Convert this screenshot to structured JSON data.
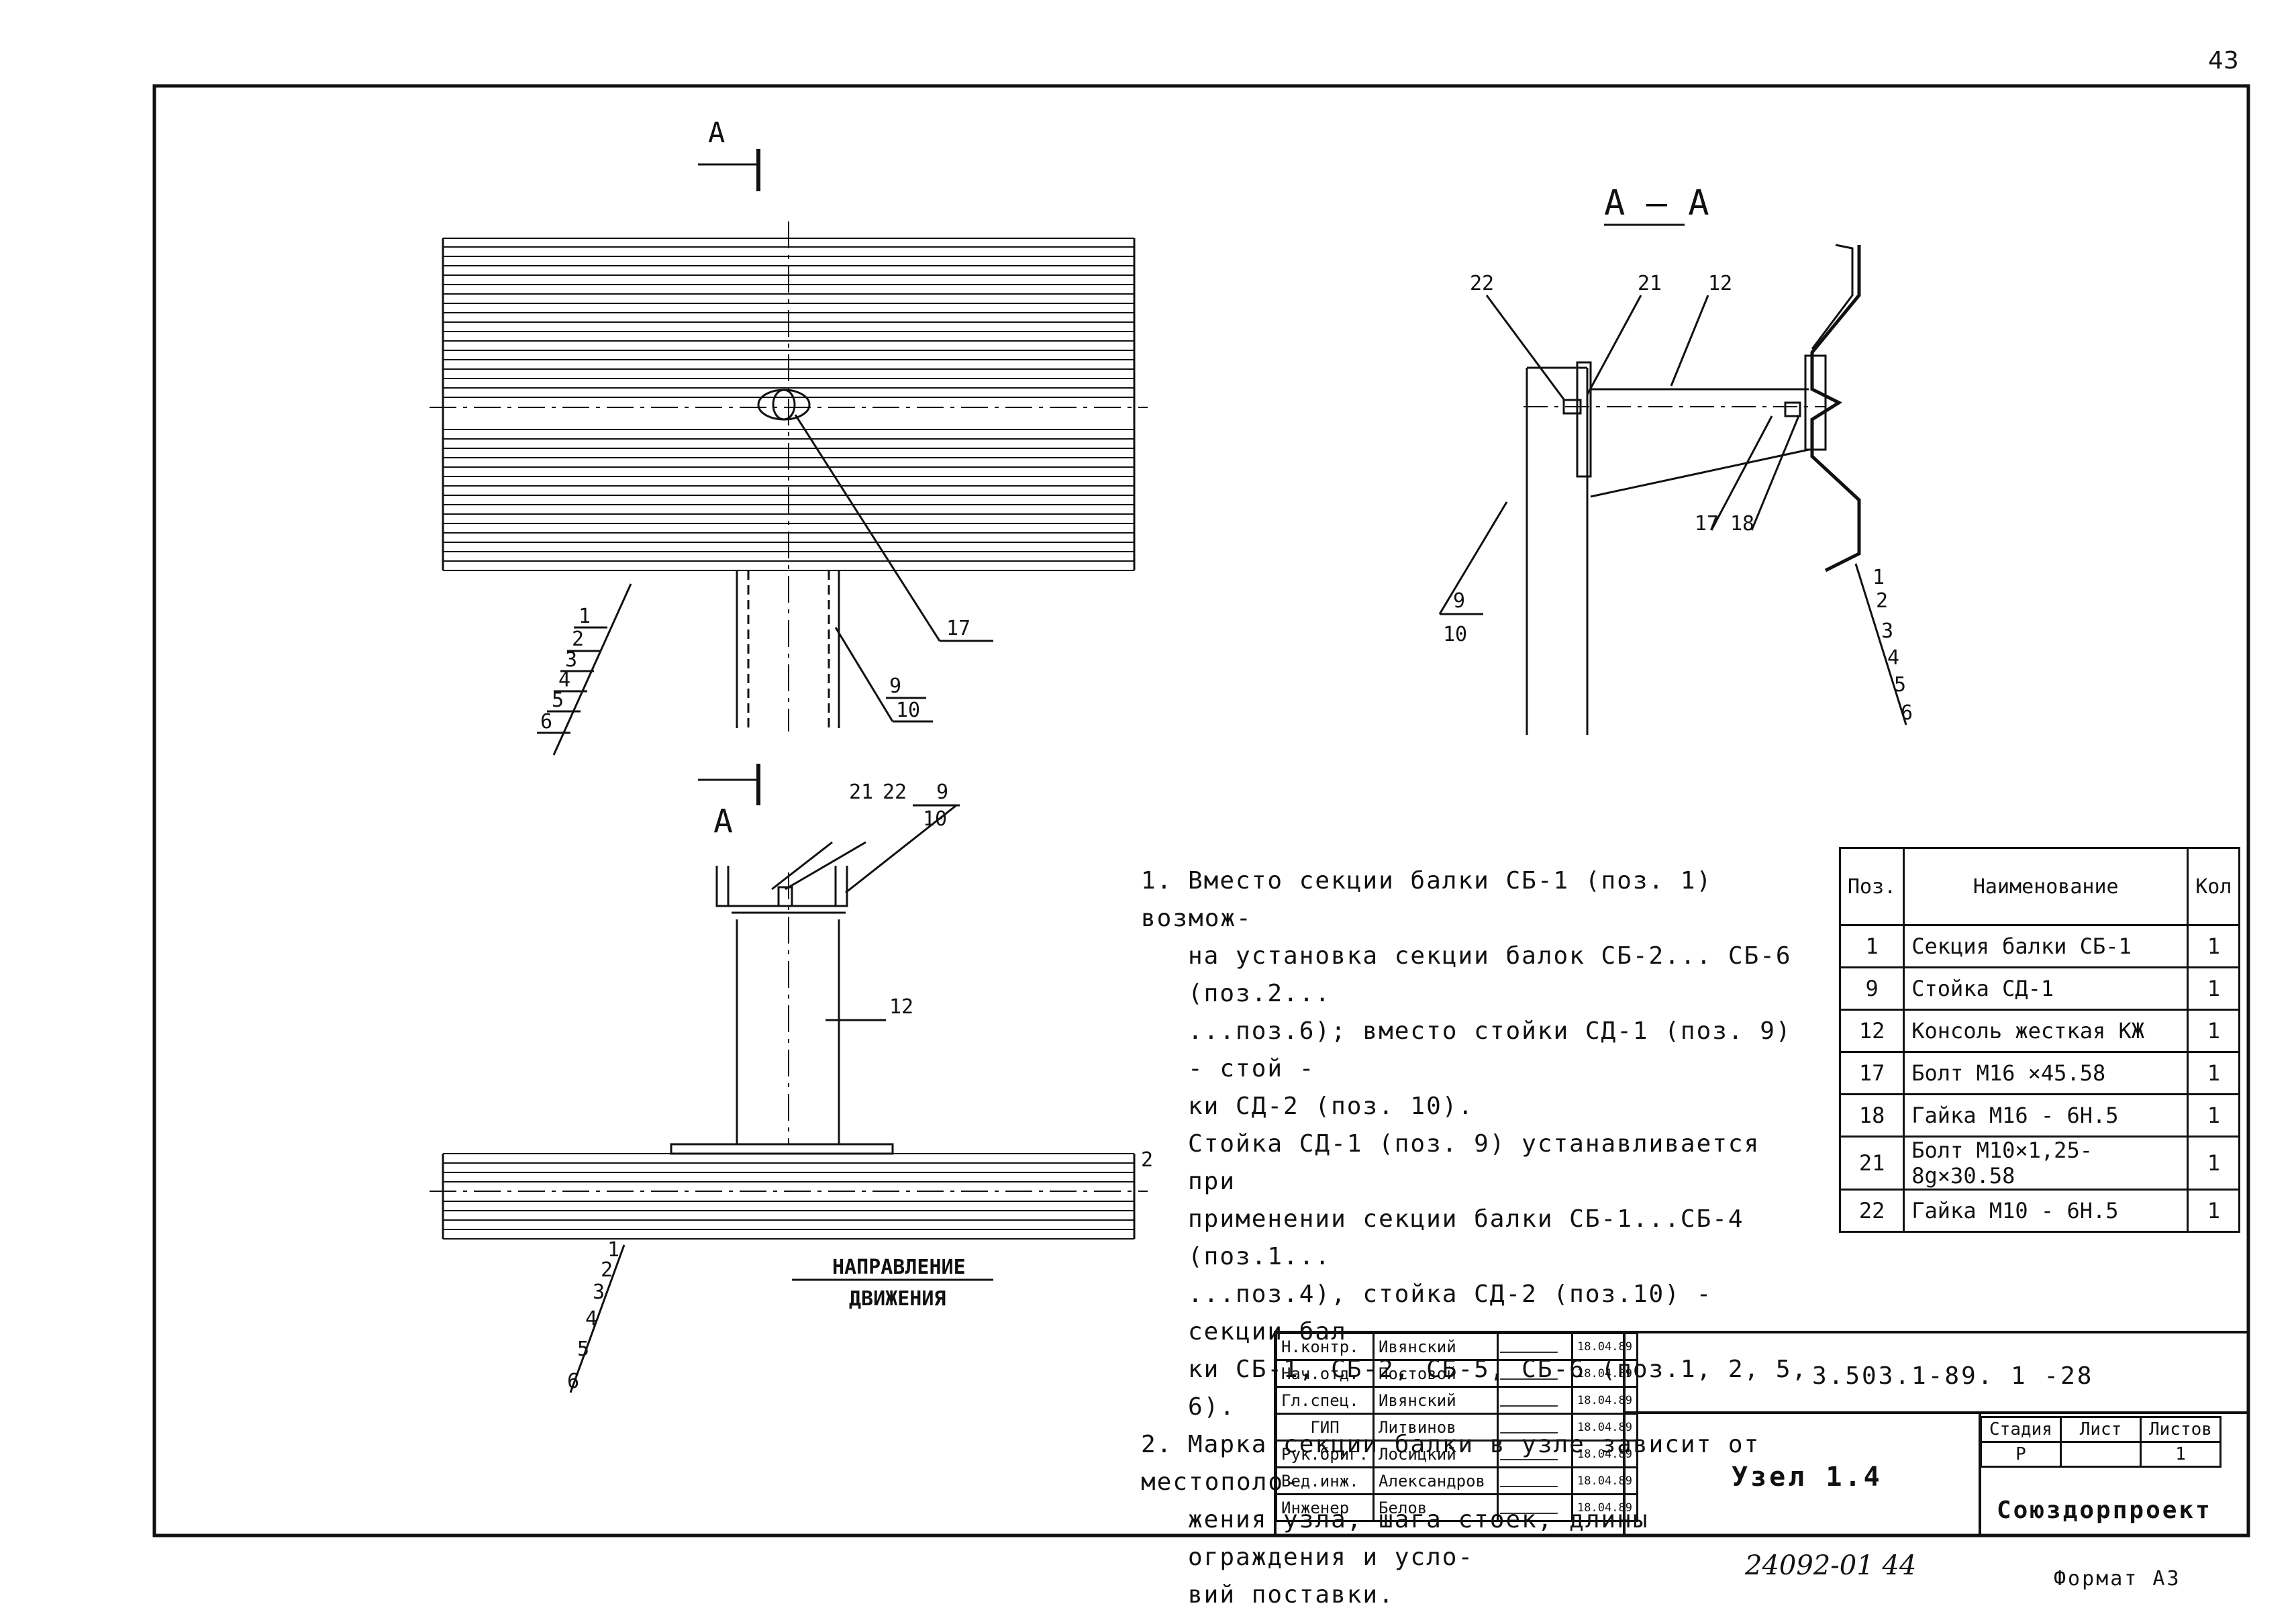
{
  "sheet_corner_number": "43",
  "views": {
    "cut_mark": "А",
    "section_title": "А – А",
    "direction_label_1": "НАПРАВЛЕНИЕ",
    "direction_label_2": "ДВИЖЕНИЯ"
  },
  "callouts": {
    "plan_top_left": [
      "1",
      "2",
      "3",
      "4",
      "5",
      "6"
    ],
    "plan_top_17": "17",
    "plan_top_9": "9",
    "plan_top_10": "10",
    "section_22": "22",
    "section_21": "21",
    "section_12": "12",
    "section_17": "17",
    "section_18": "18",
    "section_9": "9",
    "section_10": "10",
    "section_right": [
      "1",
      "2",
      "3",
      "4",
      "5",
      "6"
    ],
    "bottom_21": "21",
    "bottom_22": "22",
    "bottom_9": "9",
    "bottom_10": "10",
    "bottom_12": "12",
    "bottom_2": "2",
    "bottom_left": [
      "1",
      "2",
      "3",
      "4",
      "5",
      "6"
    ]
  },
  "notes": {
    "n1_num": "1.",
    "n1_l1": "Вместо секции балки СБ-1 (поз. 1) возмож-",
    "n1_l2": "на установка секции балок СБ-2... СБ-6 (поз.2...",
    "n1_l3": "...поз.6); вместо стойки СД-1 (поз. 9) - стой -",
    "n1_l4": "ки СД-2 (поз. 10).",
    "n1_l5": "Стойка СД-1 (поз. 9) устанавливается при",
    "n1_l6": "применении секции балки СБ-1...СБ-4 (поз.1...",
    "n1_l7": "...поз.4), стойка СД-2 (поз.10) - секции бал-",
    "n1_l8": "ки СБ-1, СБ-2, СБ-5, СБ-6 (поз.1, 2, 5, 6).",
    "n2_num": "2.",
    "n2_l1": "Марка секции балки в узле зависит от местополо-",
    "n2_l2": "жения узла, шага стоек, длины ограждения и усло-",
    "n2_l3": "вий поставки."
  },
  "spec_table": {
    "headers": {
      "pos": "Поз.",
      "name": "Наименование",
      "qty": "Кол"
    },
    "rows": [
      {
        "pos": "1",
        "name": "Секция балки  СБ-1",
        "qty": "1"
      },
      {
        "pos": "9",
        "name": "Стойка  СД-1",
        "qty": "1"
      },
      {
        "pos": "12",
        "name": "Консоль жесткая КЖ",
        "qty": "1"
      },
      {
        "pos": "17",
        "name": "Болт М16 ×45.58",
        "qty": "1"
      },
      {
        "pos": "18",
        "name": "Гайка М16 - 6Н.5",
        "qty": "1"
      },
      {
        "pos": "21",
        "name": "Болт М10×1,25-8g×30.58",
        "qty": "1"
      },
      {
        "pos": "22",
        "name": "Гайка М10 - 6Н.5",
        "qty": "1"
      }
    ]
  },
  "title_block": {
    "people": [
      {
        "role": "Н.контр.",
        "name": "Ивянский",
        "date": "18.04.89"
      },
      {
        "role": "Нач.отд.",
        "name": "Постовой",
        "date": "18.04.89"
      },
      {
        "role": "Гл.спец.",
        "name": "Ивянский",
        "date": "18.04.89"
      },
      {
        "role": "ГИП",
        "name": "Литвинов",
        "date": "18.04.89"
      },
      {
        "role": "Рук.бриг.",
        "name": "Лосицкий",
        "date": "18.04.89"
      },
      {
        "role": "Вед.инж.",
        "name": "Александров",
        "date": "18.04.89"
      },
      {
        "role": "Инженер",
        "name": "Белов",
        "date": "18.04.89"
      }
    ],
    "doc_code": "3.503.1-89. 1 -28",
    "node_title": "Узел 1.4",
    "stage_header": "Стадия",
    "sheet_header": "Лист",
    "sheets_header": "Листов",
    "stage_value": "Р",
    "sheet_value": "",
    "sheets_value": "1",
    "organization": "Союздорпроект"
  },
  "archive_number": "24092-01   44",
  "format_label": "Формат А3"
}
